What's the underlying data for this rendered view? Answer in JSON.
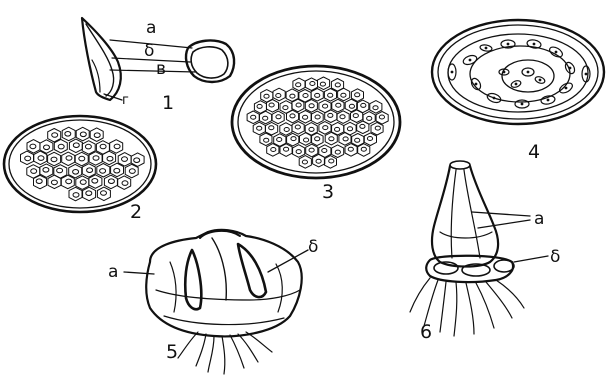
{
  "figure_numbers": [
    "1",
    "2",
    "3",
    "4",
    "5",
    "6"
  ],
  "fig1_labels": {
    "a": "а",
    "b": "δ",
    "v": "в",
    "g": "г"
  },
  "fig5_labels": {
    "a": "а",
    "b": "δ"
  },
  "fig6_labels": {
    "a": "а",
    "b": "δ"
  },
  "ink_color": "#111111",
  "paper_color": "#ffffff"
}
